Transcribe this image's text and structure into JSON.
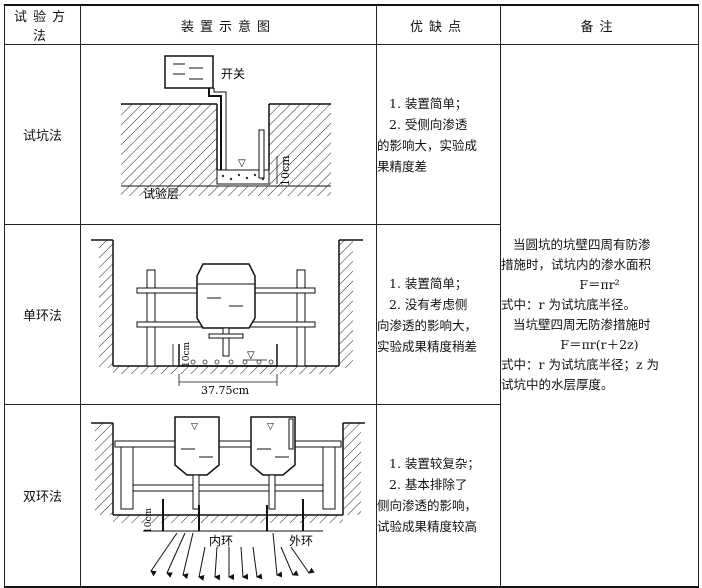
{
  "headers": [
    "试验方法",
    "装置示意图",
    "优缺点",
    "备注"
  ],
  "rows": [
    {
      "method": "试坑法",
      "figure": {
        "switch_label": "开关",
        "layer_label": "试验层",
        "dim_label": "10cm"
      },
      "pros": [
        "1. 装置简单；",
        "2. 受侧向渗透",
        "的影响大，实验成",
        "果精度差"
      ]
    },
    {
      "method": "单环法",
      "figure": {
        "height_label": "10cm",
        "width_label": "37.75cm"
      },
      "pros": [
        "1. 装置简单；",
        "2. 没有考虑侧",
        "向渗透的影响大，",
        "实验成果精度稍差"
      ]
    },
    {
      "method": "双环法",
      "figure": {
        "height_label": "10cm",
        "inner_label": "内环",
        "outer_label": "外环"
      },
      "pros": [
        "1. 装置较复杂；",
        "2. 基本排除了",
        "侧向渗透的影响，",
        "试验成果精度较高"
      ]
    }
  ],
  "note": [
    "当圆坑的坑壁四周有防渗",
    "措施时，试坑内的渗水面积",
    "F＝πr²",
    "式中：r 为试坑底半径。",
    "当坑壁四周无防渗措施时",
    "F＝πr(r＋2z)",
    "式中：r 为试坑底半径；z 为",
    "试坑中的水层厚度。"
  ]
}
